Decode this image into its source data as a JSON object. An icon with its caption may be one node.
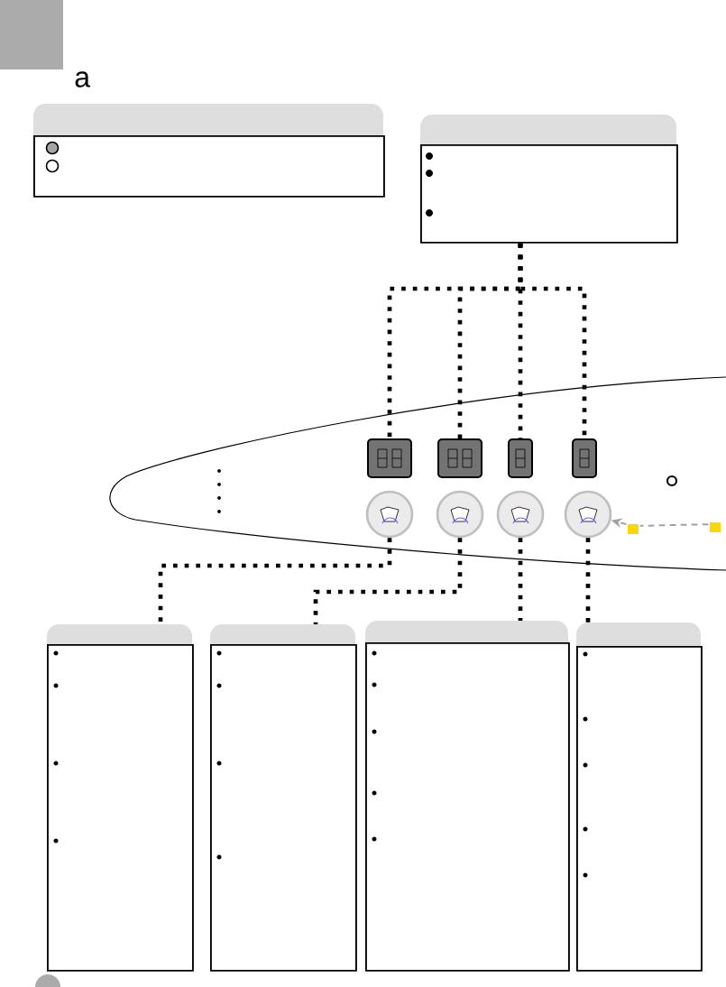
{
  "diagram": {
    "title": "a",
    "nodes": [
      {
        "text": [],
        "shape": "box"
      },
      {
        "text": [],
        "shape": "box"
      },
      {
        "text": [],
        "shape": "box"
      },
      {
        "text": [],
        "shape": "box"
      },
      {
        "text": [],
        "shape": "box"
      },
      {
        "text": [],
        "shape": "box"
      },
      {
        "text": [],
        "shape": "circle"
      },
      {
        "text": [],
        "shape": "circle"
      },
      {
        "text": [],
        "shape": "circle"
      },
      {
        "text": [],
        "shape": "circle"
      },
      {
        "text": [],
        "shape": "box"
      },
      {
        "text": [],
        "shape": "box"
      },
      {
        "text": [],
        "shape": "box"
      },
      {
        "text": [],
        "shape": "box"
      },
      {
        "text": [],
        "shape": "lock"
      },
      {
        "text": [],
        "shape": "lock"
      }
    ],
    "edges": [
      {
        "from": 1,
        "to": 2,
        "arrow": "none"
      },
      {
        "from": 1,
        "to": 3,
        "arrow": "none"
      },
      {
        "from": 1,
        "to": 4,
        "arrow": "none"
      },
      {
        "from": 1,
        "to": 5,
        "arrow": "none"
      },
      {
        "from": 6,
        "to": 10,
        "arrow": "none"
      },
      {
        "from": 7,
        "to": 11,
        "arrow": "none"
      },
      {
        "from": 8,
        "to": 12,
        "arrow": "none"
      },
      {
        "from": 9,
        "to": 13,
        "arrow": "none"
      },
      {
        "from": 15,
        "to": 14,
        "arrow": "none",
        "style": "dashed",
        "color": "#a0a0a0"
      },
      {
        "from": 14,
        "to": 9,
        "arrow": "to",
        "style": "dashed",
        "color": "#a0a0a0"
      }
    ]
  }
}
